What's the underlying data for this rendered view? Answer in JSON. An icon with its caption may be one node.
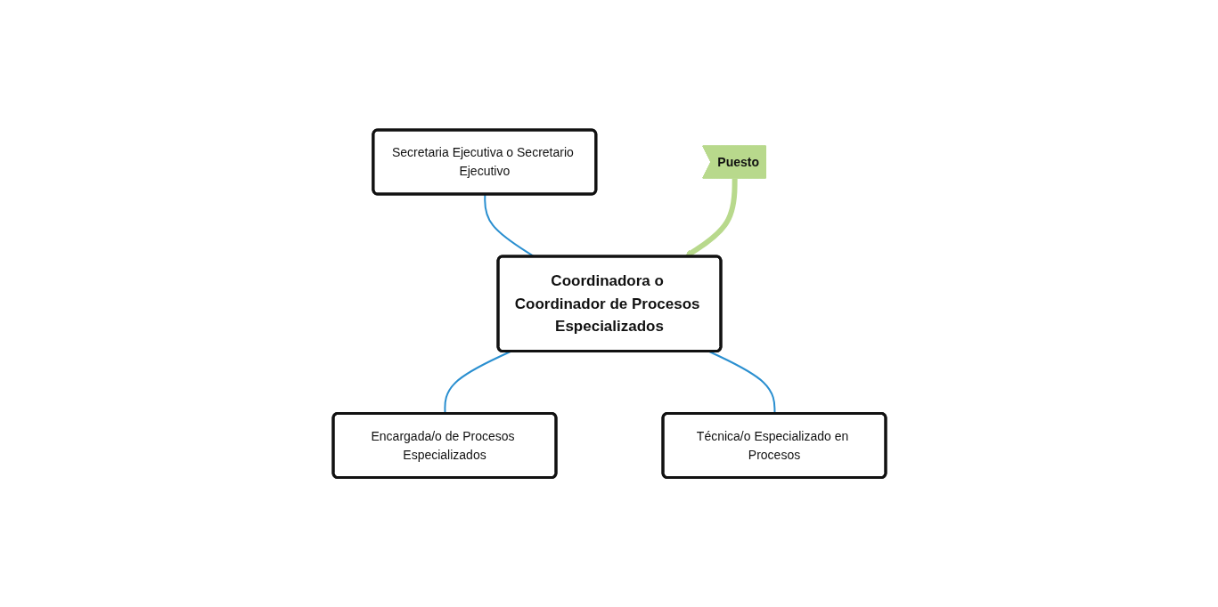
{
  "diagram": {
    "nodes": [
      {
        "text": [
          "Secretaria Ejecutiva o Secretario Ejecutivo"
        ]
      },
      {
        "text": [
          "Coordinadora o Coordinador de Procesos Especializados"
        ]
      },
      {
        "text": [
          "Puesto"
        ]
      },
      {
        "text": [
          "Encargada/o de Procesos Especializados"
        ]
      },
      {
        "text": [
          "Técnica/o Especializado en Procesos"
        ]
      }
    ],
    "edges": [
      {
        "from": 0,
        "to": 1,
        "arrow": "none"
      },
      {
        "from": 1,
        "to": 3,
        "arrow": "none"
      },
      {
        "from": 1,
        "to": 4,
        "arrow": "none"
      },
      {
        "from": 2,
        "to": 1,
        "arrow": "to",
        "style": "thick",
        "color": "#b8d98c"
      }
    ]
  }
}
